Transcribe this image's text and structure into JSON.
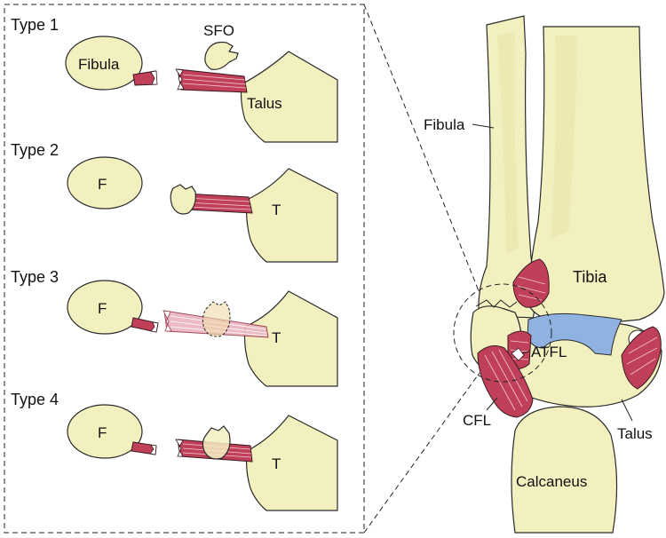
{
  "panel": {
    "types": [
      {
        "title": "Type 1",
        "fibula_label": "Fibula",
        "talus_label": "Talus"
      },
      {
        "title": "Type 2",
        "fibula_label": "F",
        "talus_label": "T"
      },
      {
        "title": "Type 3",
        "fibula_label": "F",
        "talus_label": "T"
      },
      {
        "title": "Type 4",
        "fibula_label": "F",
        "talus_label": "T"
      }
    ],
    "sfo_label": "SFO"
  },
  "ankle": {
    "fibula_label": "Fibula",
    "tibia_label": "Tibia",
    "atfl_label": "ATFL",
    "cfl_label": "CFL",
    "talus_label": "Talus",
    "calcaneus_label": "Calcaneus"
  },
  "colors": {
    "bone": "#f3f0bf",
    "ligament": "#c0405a",
    "ligament_faded": "#eab4bf",
    "cartilage": "#8fb2e0"
  }
}
